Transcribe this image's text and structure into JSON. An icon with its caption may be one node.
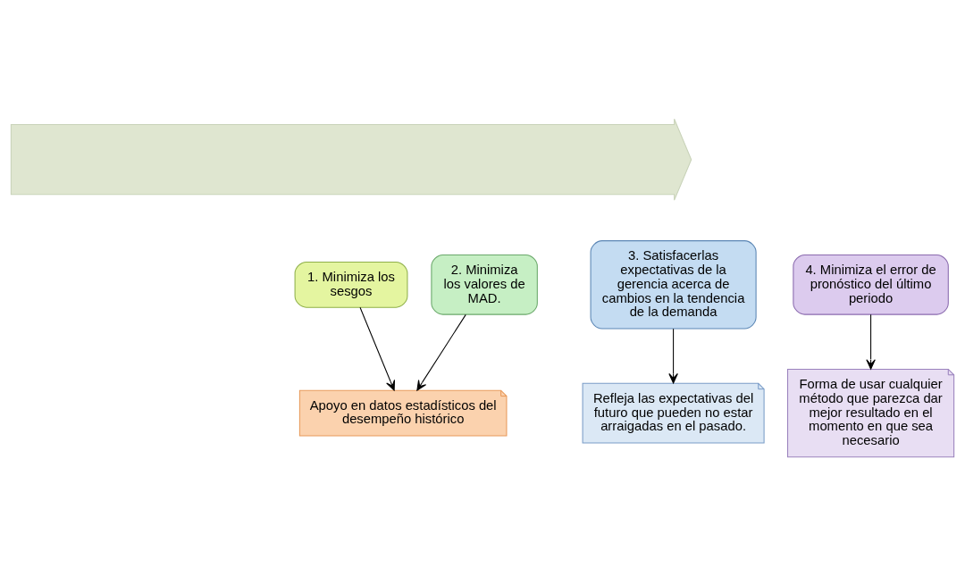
{
  "diagram": {
    "nodes": [
      {
        "text": [],
        "shape": "arrow"
      },
      {
        "text": [
          "1. Minimiza los sesgos"
        ]
      },
      {
        "text": [
          "2. Minimiza los valores de MAD."
        ]
      },
      {
        "text": [
          "3. Satisfacerlas expectativas de la gerencia acerca de cambios en la tendencia de la demanda"
        ]
      },
      {
        "text": [
          "4. Minimiza el error de pronóstico del último periodo"
        ]
      },
      {
        "text": [
          "Apoyo en datos estadísticos del desempeño histórico"
        ]
      },
      {
        "text": [
          "Refleja las expectativas del futuro que pueden no estar arraigadas en el pasado."
        ]
      },
      {
        "text": [
          "Forma de usar cualquier método que parezca dar mejor resultado en el momento en que sea necesario"
        ]
      }
    ],
    "edges": [
      {
        "from": 1,
        "to": 5,
        "arrow": "to"
      },
      {
        "from": 2,
        "to": 5,
        "arrow": "to"
      },
      {
        "from": 3,
        "to": 6,
        "arrow": "to"
      },
      {
        "from": 4,
        "to": 7,
        "arrow": "to"
      }
    ]
  }
}
